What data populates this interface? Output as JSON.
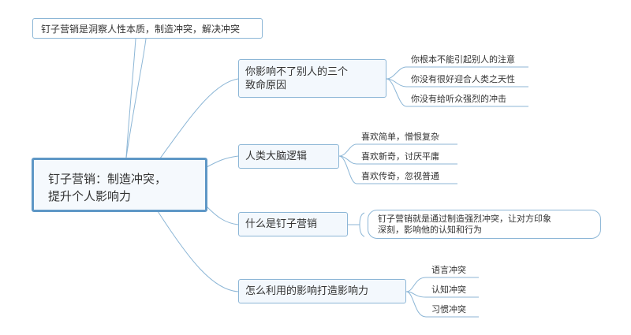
{
  "central": {
    "line1": "钉子营销：制造冲突，",
    "line2": "提升个人影响力"
  },
  "callout": {
    "text": "钉子营销是洞察人性本质，制造冲突，解决冲突"
  },
  "branches": [
    {
      "line1": "你影响不了别人的三个",
      "line2": "致命原因",
      "children": [
        "你根本不能引起别人的注意",
        "你没有很好迎合人类之天性",
        "你没有给听众强烈的冲击"
      ]
    },
    {
      "label": "人类大脑逻辑",
      "children": [
        "喜欢简单，憎恨复杂",
        "喜欢新奇，讨厌平庸",
        "喜欢传奇，忽视普通"
      ]
    },
    {
      "label": "什么是钉子营销",
      "note": {
        "line1": "钉子营销就是通过制造强烈冲突，让对方印象",
        "line2": "深刻，影响他的认知和行为"
      }
    },
    {
      "label": "怎么利用的影响打造影响力",
      "children": [
        "语言冲突",
        "认知冲突",
        "习惯冲突"
      ]
    }
  ],
  "colors": {
    "line": "#8cb6d6",
    "central_border": "#5e97c6",
    "node_fill": "#f3f8fd"
  }
}
